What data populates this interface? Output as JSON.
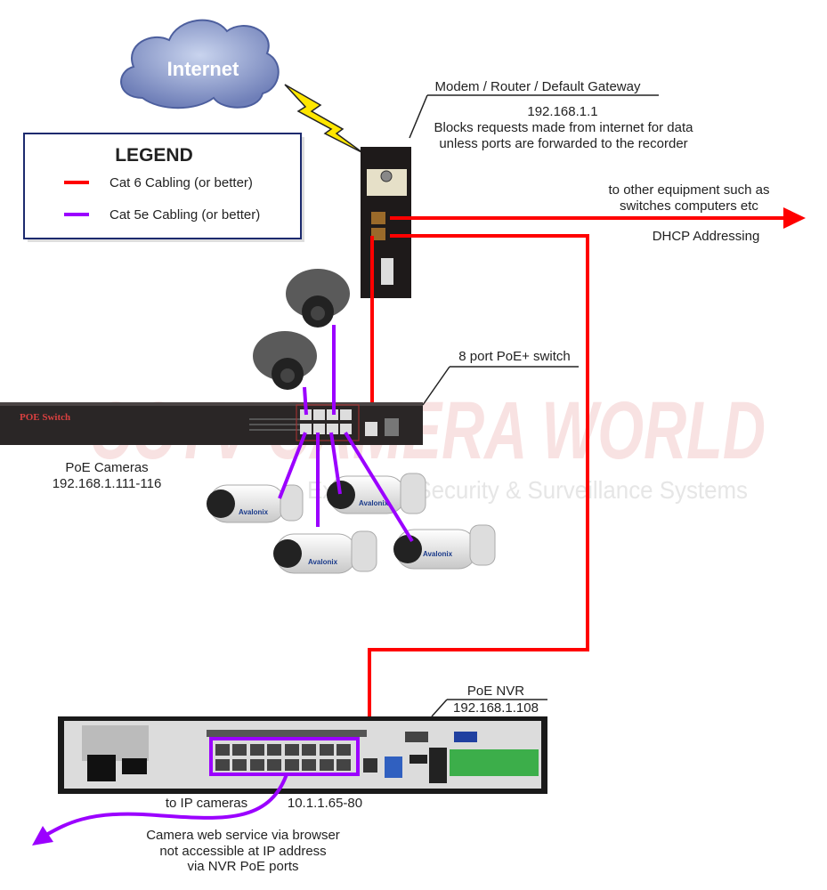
{
  "colors": {
    "cat6": "#ff0000",
    "cat5e": "#9b00ff",
    "device": "#2a2626",
    "watermark": "#f7dede"
  },
  "cloud": {
    "label": "Internet"
  },
  "legend": {
    "title": "LEGEND",
    "items": [
      {
        "label": "Cat 6 Cabling (or better)",
        "color": "#ff0000"
      },
      {
        "label": "Cat 5e Cabling (or better)",
        "color": "#9b00ff"
      }
    ]
  },
  "router": {
    "title": "Modem / Router / Default Gateway",
    "ip": "192.168.1.1",
    "note_line1": "Blocks requests made from internet for data",
    "note_line2": "unless ports are forwarded to the recorder"
  },
  "other_equipment": {
    "line1": "to other equipment such as",
    "line2": "switches computers etc",
    "dhcp": "DHCP Addressing"
  },
  "switch": {
    "callout": "8 port PoE+ switch",
    "faceplate": "POE Switch"
  },
  "cameras": {
    "title": "PoE Cameras",
    "ip_range": "192.168.1.111-116",
    "brand": "Avalonix"
  },
  "nvr": {
    "title": "PoE NVR",
    "ip": "192.168.1.108",
    "ports_label": "to IP cameras",
    "ports_range": "10.1.1.65-80"
  },
  "note": {
    "line1": "Camera web service via browser",
    "line2": "not accessible at IP address",
    "line3": "via NVR PoE ports"
  },
  "watermark": {
    "main": "CCTV CAMERA WORLD",
    "tagline": "Experts in Security & Surveillance Systems"
  }
}
